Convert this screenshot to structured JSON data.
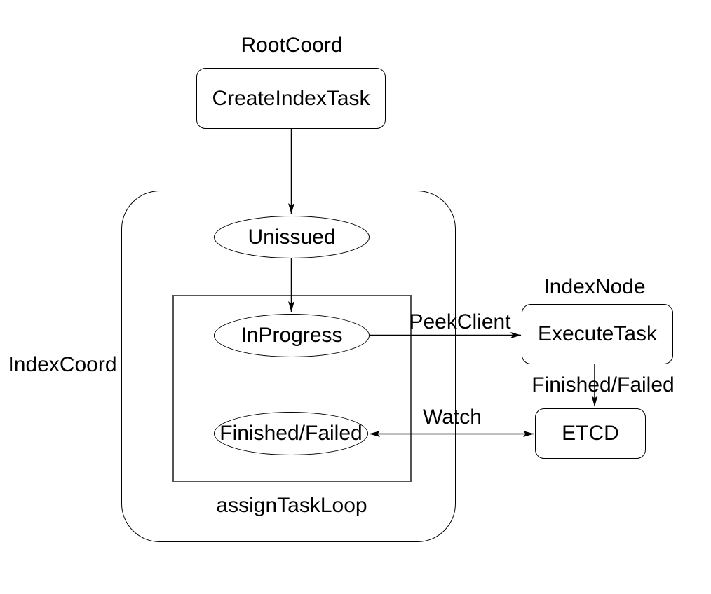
{
  "diagram": {
    "background": "#ffffff",
    "stroke_color": "#000000",
    "inner_frame_color": "#555555",
    "groups": {
      "root_coord": {
        "label": "RootCoord"
      },
      "index_node": {
        "label": "IndexNode"
      },
      "index_coord": {
        "label": "IndexCoord",
        "loop_label": "assignTaskLoop"
      }
    },
    "nodes": {
      "create_index_task": {
        "label": "CreateIndexTask",
        "shape": "rounded-rect"
      },
      "unissued": {
        "label": "Unissued",
        "shape": "ellipse"
      },
      "in_progress": {
        "label": "InProgress",
        "shape": "ellipse"
      },
      "finished_failed": {
        "label": "Finished/Failed",
        "shape": "ellipse"
      },
      "execute_task": {
        "label": "ExecuteTask",
        "shape": "rounded-rect"
      },
      "etcd": {
        "label": "ETCD",
        "shape": "rounded-rect"
      }
    },
    "edges": {
      "create_to_unissued": {
        "label": "",
        "from": "create_index_task",
        "to": "unissued"
      },
      "unissued_to_in_progress": {
        "label": "",
        "from": "unissued",
        "to": "in_progress"
      },
      "peek_client": {
        "label": "PeekClient",
        "from": "in_progress",
        "to": "execute_task"
      },
      "finished_failed": {
        "label": "Finished/Failed",
        "from": "execute_task",
        "to": "etcd"
      },
      "watch": {
        "label": "Watch",
        "from": "finished_failed",
        "to": "etcd",
        "bidirectional": true
      }
    }
  }
}
